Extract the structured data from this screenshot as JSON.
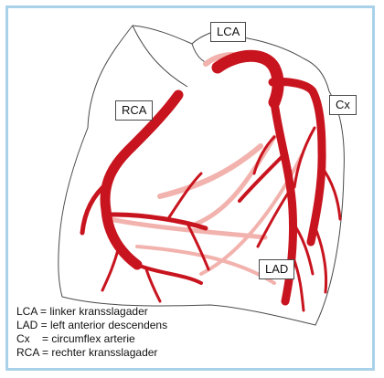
{
  "labels": {
    "lca": "LCA",
    "rca": "RCA",
    "cx": "Cx",
    "lad": "LAD"
  },
  "legend": [
    "LCA = linker kransslagader",
    "LAD = left anterior descendens",
    "Cx    = circumflex arterie",
    "RCA = rechter kransslagader"
  ],
  "colors": {
    "frame": "#a9d2ea",
    "artery_front": "#c8141e",
    "artery_back": "#f2b2ad",
    "outline": "#4a4a4a"
  }
}
